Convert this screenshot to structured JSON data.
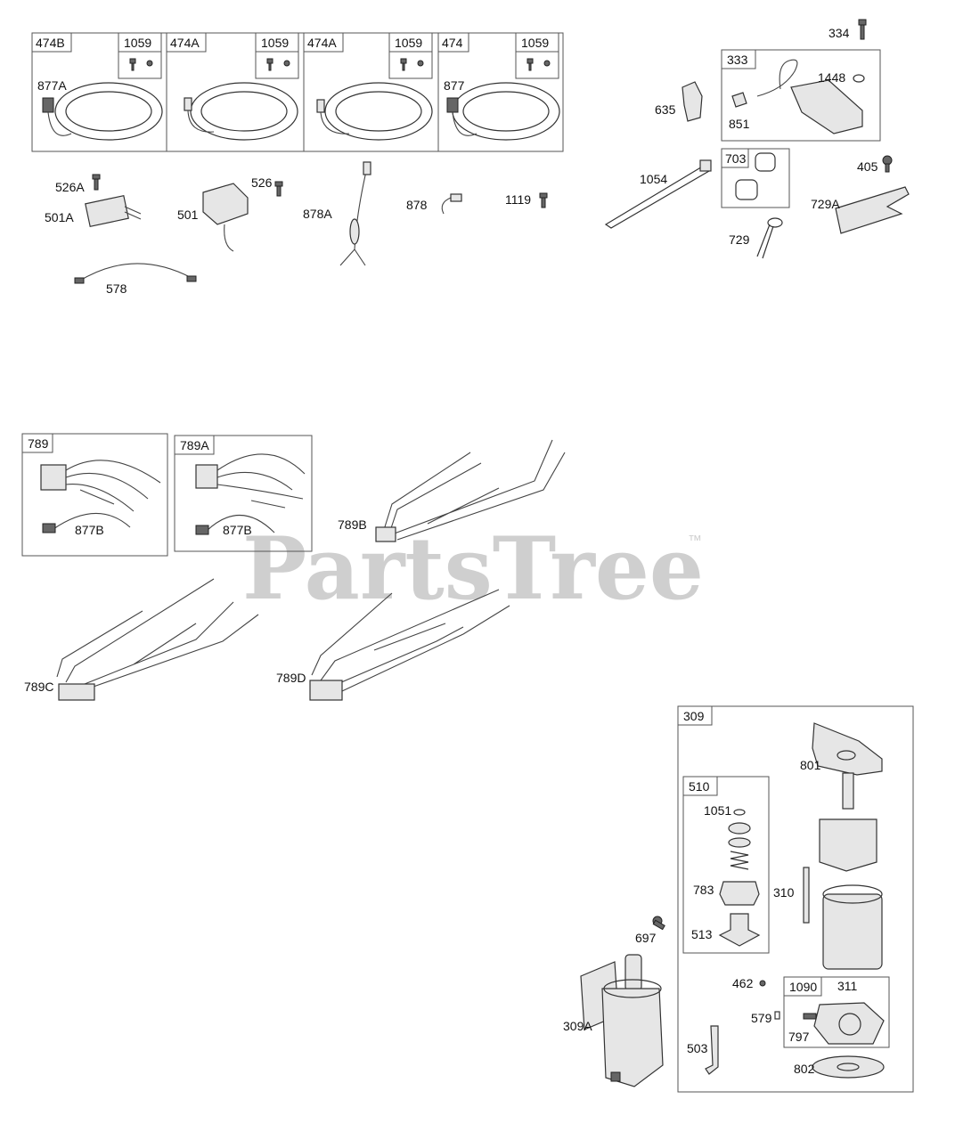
{
  "watermark": {
    "text": "PartsTree",
    "trademark": "™"
  },
  "boxes": {
    "b474B": "474B",
    "b474A1": "474A",
    "b474A2": "474A",
    "b474": "474",
    "b1059a": "1059",
    "b1059b": "1059",
    "b1059c": "1059",
    "b1059d": "1059",
    "b333": "333",
    "b703": "703",
    "b789": "789",
    "b789A": "789A",
    "b309": "309",
    "b510": "510",
    "b1090": "1090"
  },
  "labels": {
    "l877A": "877A",
    "l877": "877",
    "l334": "334",
    "l1448": "1448",
    "l635": "635",
    "l851": "851",
    "l526A": "526A",
    "l501A": "501A",
    "l501": "501",
    "l526": "526",
    "l878A": "878A",
    "l878": "878",
    "l1119": "1119",
    "l578": "578",
    "l1054": "1054",
    "l405": "405",
    "l729A": "729A",
    "l729": "729",
    "l877B1": "877B",
    "l877B2": "877B",
    "l789B": "789B",
    "l789C": "789C",
    "l789D": "789D",
    "l801": "801",
    "l1051": "1051",
    "l783": "783",
    "l310": "310",
    "l513": "513",
    "l697": "697",
    "l462": "462",
    "l311": "311",
    "l579": "579",
    "l797": "797",
    "l309A": "309A",
    "l503": "503",
    "l802": "802"
  }
}
